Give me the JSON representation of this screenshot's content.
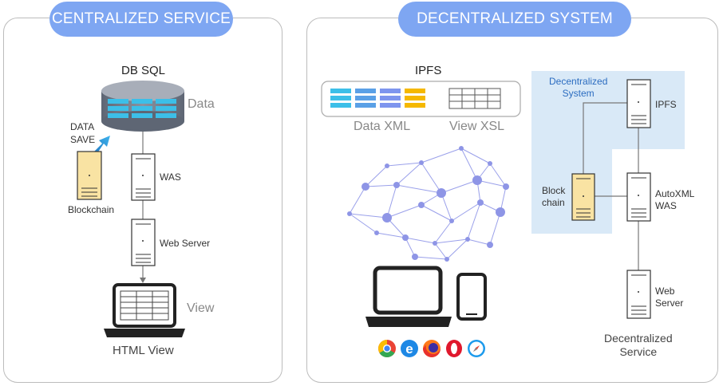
{
  "left": {
    "title": "CENTRALIZED SERVICE",
    "db_label": "DB SQL",
    "data_label": "Data",
    "data_save_label": "DATA\nSAVE",
    "blockchain_label": "Blockchain",
    "was_label": "WAS",
    "web_server_label": "Web Server",
    "view_label": "View",
    "html_view_label": "HTML View"
  },
  "right": {
    "title": "DECENTRALIZED SYSTEM",
    "ipfs_label": "IPFS",
    "data_xml_label": "Data XML",
    "view_xsl_label": "View XSL",
    "decentralized_system_label": "Decentralized\nSystem",
    "ipfs_server_label": "IPFS",
    "block_chain_label": "Block\nchain",
    "autoxml_was_label": "AutoXML\nWAS",
    "web_server_label": "Web\nServer",
    "decentralized_service_label": "Decentralized\nService"
  },
  "browsers": [
    "chrome-icon",
    "edge-icon",
    "firefox-icon",
    "opera-icon",
    "safari-icon"
  ],
  "colors": {
    "pill": "#7ea6f2",
    "highlight": "#d6e8f7",
    "network_node": "#8e95e6",
    "blockchain": "#f9e3a3",
    "arrow": "#2a8fd4"
  }
}
